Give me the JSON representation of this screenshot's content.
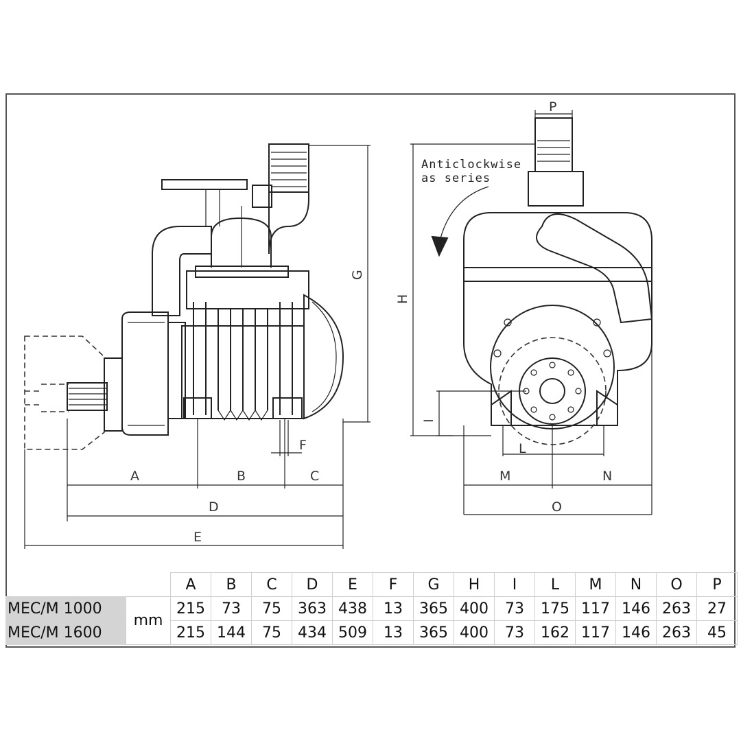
{
  "side_view": {
    "dim_labels": [
      "A",
      "B",
      "C",
      "D",
      "E",
      "F",
      "G"
    ]
  },
  "front_view": {
    "rotation_note_line1": "Anticlockwise",
    "rotation_note_line2": "as series",
    "dim_labels": [
      "H",
      "I",
      "L",
      "M",
      "N",
      "O",
      "P"
    ]
  },
  "spec_table": {
    "unit": "mm",
    "columns": [
      "A",
      "B",
      "C",
      "D",
      "E",
      "F",
      "G",
      "H",
      "I",
      "L",
      "M",
      "N",
      "O",
      "P"
    ],
    "rows": [
      {
        "model": "MEC/M 1000",
        "values": [
          "215",
          "73",
          "75",
          "363",
          "438",
          "13",
          "365",
          "400",
          "73",
          "175",
          "117",
          "146",
          "263",
          "27"
        ]
      },
      {
        "model": "MEC/M 1600",
        "values": [
          "215",
          "144",
          "75",
          "434",
          "509",
          "13",
          "365",
          "400",
          "73",
          "162",
          "117",
          "146",
          "263",
          "45"
        ]
      }
    ]
  }
}
